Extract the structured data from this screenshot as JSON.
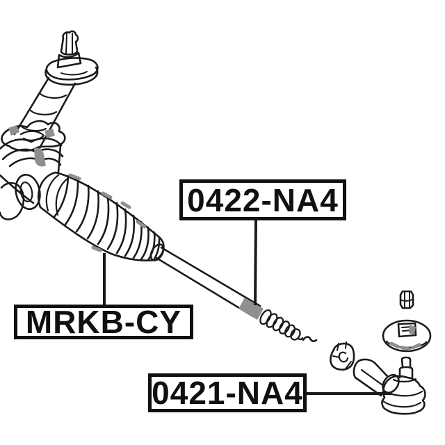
{
  "page": {
    "background": "#ffffff"
  },
  "diagram": {
    "line_color": "#1a1a1a",
    "highlight_color": "#8f8f8f",
    "label_border_color": "#101010",
    "label_background": "#ffffff",
    "label_text_color": "#101010",
    "labels": [
      {
        "part": "inner-tie-rod",
        "text": "0422-NA4"
      },
      {
        "part": "steering-rack-boot",
        "text": "MRKB-CY"
      },
      {
        "part": "tie-rod-end",
        "text": "0421-NA4"
      }
    ]
  }
}
